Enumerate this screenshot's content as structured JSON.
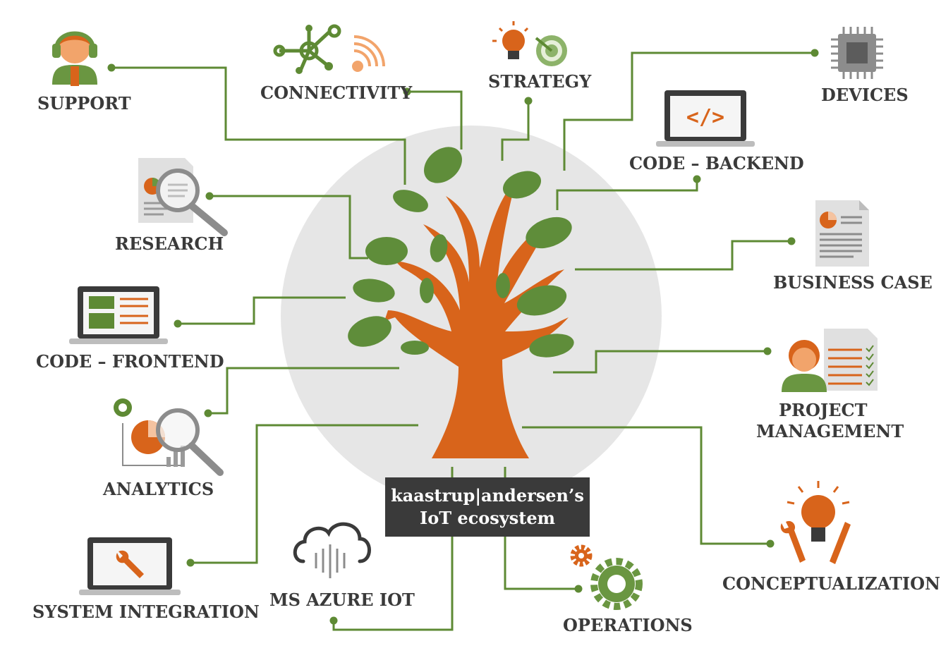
{
  "title": {
    "line1": "kaastrup|andersen’s",
    "line2": "IoT ecosystem"
  },
  "colors": {
    "green": "#5e8a34",
    "leaf": "#5f8d3a",
    "orange": "#d8641b",
    "circle": "#e6e6e6",
    "dark": "#3a3a3a",
    "gray": "#8c8c8c"
  },
  "nodes": {
    "support": {
      "label": "SUPPORT",
      "icon": "headset-person-icon"
    },
    "connectivity": {
      "label": "CONNECTIVITY",
      "icon": "network-wifi-icon"
    },
    "strategy": {
      "label": "STRATEGY",
      "icon": "lightbulb-target-icon"
    },
    "devices": {
      "label": "DEVICES",
      "icon": "chip-icon"
    },
    "code_backend": {
      "label": "CODE – BACKEND",
      "icon": "laptop-code-icon"
    },
    "research": {
      "label": "RESEARCH",
      "icon": "magnifier-document-icon"
    },
    "business_case": {
      "label": "BUSINESS CASE",
      "icon": "document-chart-icon"
    },
    "code_frontend": {
      "label": "CODE – FRONTEND",
      "icon": "laptop-layout-icon"
    },
    "project_management_1": {
      "label": "PROJECT",
      "icon": "person-checklist-icon"
    },
    "project_management_2": {
      "label": "MANAGEMENT"
    },
    "analytics": {
      "label": "ANALYTICS",
      "icon": "analytics-magnifier-icon"
    },
    "system_integration": {
      "label": "SYSTEM INTEGRATION",
      "icon": "laptop-wrench-icon"
    },
    "ms_azure_iot": {
      "label": "MS AZURE IOT",
      "icon": "cloud-icon"
    },
    "operations": {
      "label": "OPERATIONS",
      "icon": "gears-icon"
    },
    "conceptualization": {
      "label": "CONCEPTUALIZATION",
      "icon": "tools-lightbulb-icon"
    }
  }
}
